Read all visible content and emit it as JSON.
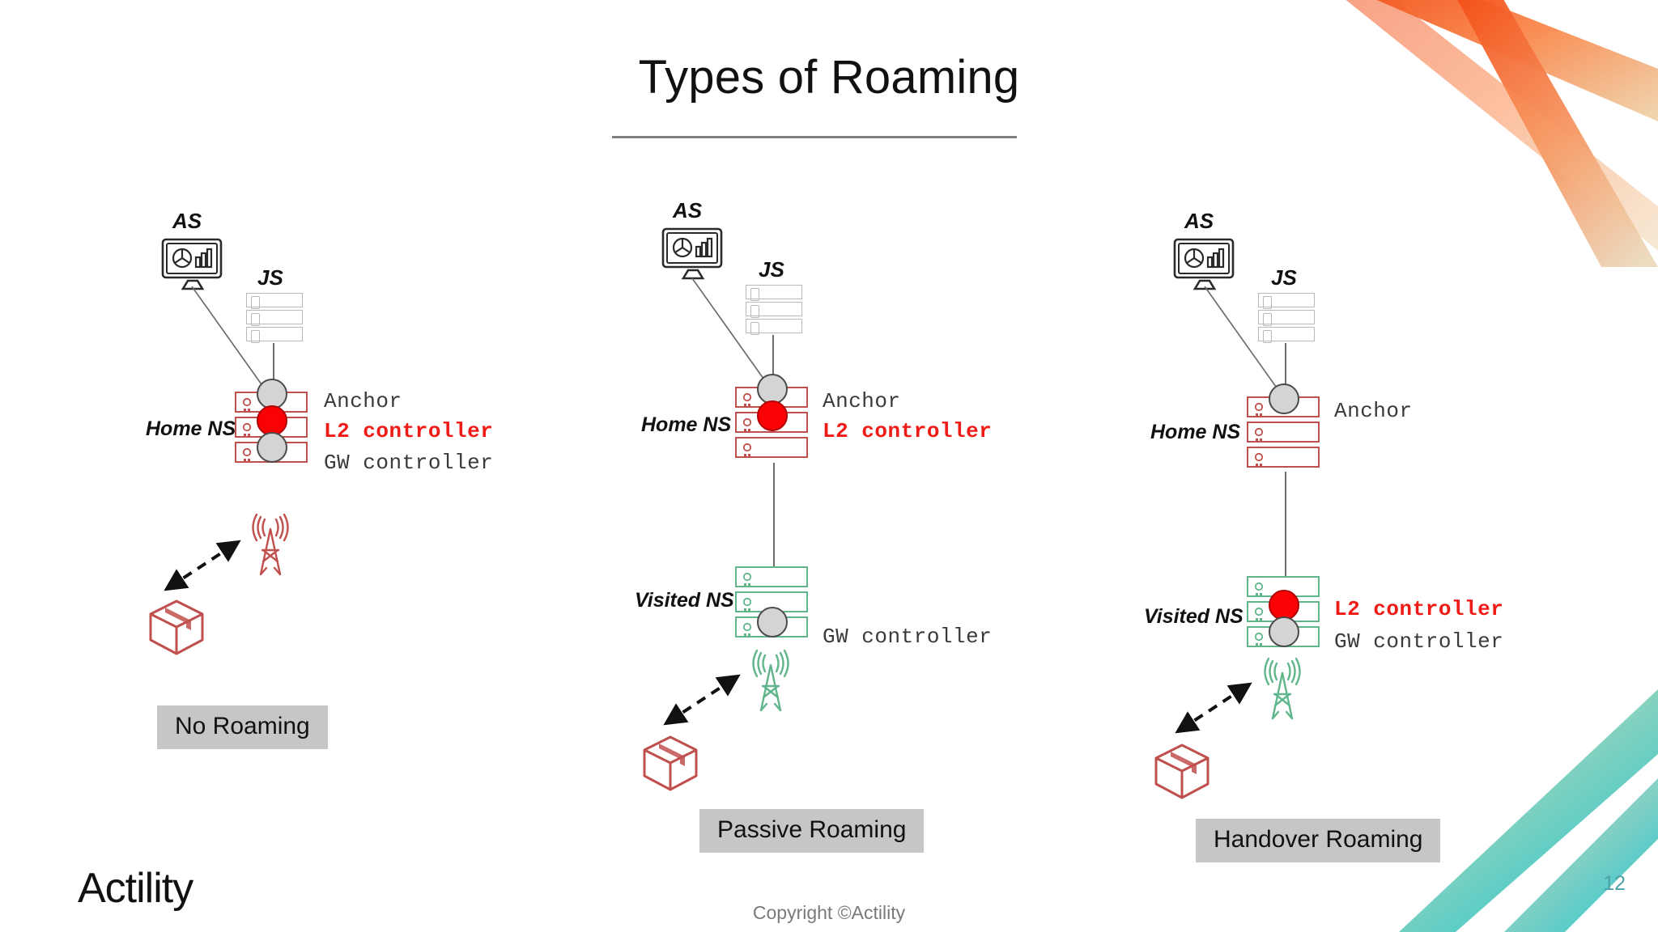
{
  "slide": {
    "title": "Types of Roaming",
    "page_number": "12",
    "copyright": "Copyright ©Actility",
    "logo": "Actility",
    "accent_colors": {
      "home_ns_border": "#c0504d",
      "visited_ns_border": "#60b58a",
      "l2_controller_red": "#ef1b17",
      "anchor_grey": "#d4d4d4",
      "tag_background": "#c6c6c6",
      "title_rule": "#808080",
      "deco_top_right": "#f9511d",
      "deco_bottom_right": "#2fc3c6",
      "page_number": "#4da3a8"
    }
  },
  "columns": [
    {
      "id": "no-roaming",
      "tag": "No Roaming",
      "as_label": "AS",
      "js_label": "JS",
      "home_ns_label": "Home NS",
      "visited_ns_label": null,
      "home_ns_roles": [
        {
          "label": "Anchor",
          "color": "grey",
          "style": "dark"
        },
        {
          "label": "L2 controller",
          "color": "red",
          "style": "red"
        },
        {
          "label": "GW controller",
          "color": "grey",
          "style": "dark"
        }
      ],
      "visited_ns_roles": [],
      "antenna_color": "#c0504d",
      "package_color": "#c0504d"
    },
    {
      "id": "passive-roaming",
      "tag": "Passive Roaming",
      "as_label": "AS",
      "js_label": "JS",
      "home_ns_label": "Home NS",
      "visited_ns_label": "Visited NS",
      "home_ns_roles": [
        {
          "label": "Anchor",
          "color": "grey",
          "style": "dark"
        },
        {
          "label": "L2 controller",
          "color": "red",
          "style": "red"
        },
        {
          "label": "",
          "color": "none",
          "style": "dark"
        }
      ],
      "visited_ns_roles": [
        {
          "label": "",
          "color": "none",
          "style": "dark"
        },
        {
          "label": "",
          "color": "none",
          "style": "dark"
        },
        {
          "label": "GW controller",
          "color": "grey",
          "style": "dark"
        }
      ],
      "antenna_color": "#60b58a",
      "package_color": "#c0504d"
    },
    {
      "id": "handover-roaming",
      "tag": "Handover Roaming",
      "as_label": "AS",
      "js_label": "JS",
      "home_ns_label": "Home NS",
      "visited_ns_label": "Visited NS",
      "home_ns_roles": [
        {
          "label": "Anchor",
          "color": "grey",
          "style": "dark"
        },
        {
          "label": "",
          "color": "none",
          "style": "dark"
        },
        {
          "label": "",
          "color": "none",
          "style": "dark"
        }
      ],
      "visited_ns_roles": [
        {
          "label": "",
          "color": "none",
          "style": "dark"
        },
        {
          "label": "L2 controller",
          "color": "red",
          "style": "red"
        },
        {
          "label": "GW controller",
          "color": "grey",
          "style": "dark"
        }
      ],
      "antenna_color": "#60b58a",
      "package_color": "#c0504d"
    }
  ]
}
